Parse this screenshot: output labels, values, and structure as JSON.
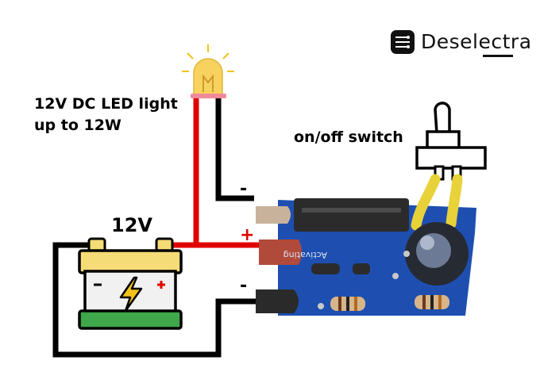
{
  "brand": {
    "name": "Deselectra",
    "icon": "circuit-chip-icon"
  },
  "labels": {
    "led_line1": "12V DC LED light",
    "led_line2": "up to 12W",
    "switch": "on/off switch",
    "battery": "12V"
  },
  "wire_signs": {
    "top": "-",
    "plus": "+",
    "bottom": "-"
  },
  "pcb": {
    "silkscreen": "Activating"
  },
  "colors": {
    "positive_wire": "#e00000",
    "negative_wire": "#000000",
    "pcb": "#1e4fb0",
    "battery_body": "#f1f1f1",
    "battery_top": "#f6dc76",
    "battery_base": "#3ea84a",
    "bolt": "#f2c21b",
    "led": "#f7d25e",
    "switch_wires": "#e8d23a"
  }
}
